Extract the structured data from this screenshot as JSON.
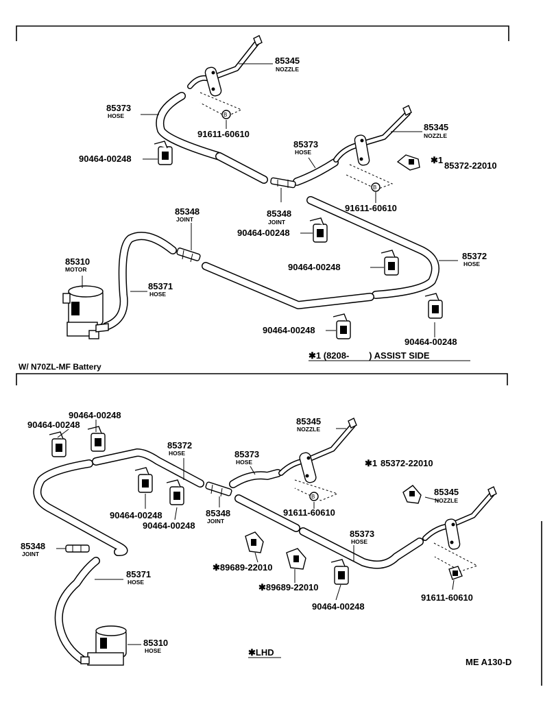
{
  "top_section": {
    "nozzle_left": {
      "number": "85345",
      "desc": "NOZZLE"
    },
    "nozzle_right": {
      "number": "85345",
      "desc": "NOZZLE"
    },
    "hose_left": {
      "number": "85373",
      "desc": "HOSE"
    },
    "hose_mid": {
      "number": "85373",
      "desc": "HOSE"
    },
    "bolt_1": {
      "number": "91611-60610"
    },
    "bolt_2": {
      "number": "91611-60610"
    },
    "bolt_symbol": "B",
    "clamp_1": {
      "number": "90464-00248"
    },
    "clamp_2": {
      "number": "90464-00248"
    },
    "clamp_3": {
      "number": "90464-00248"
    },
    "clamp_4": {
      "number": "90464-00248"
    },
    "clamp_5": {
      "number": "90464-00248"
    },
    "joint_upper": {
      "number": "85348",
      "desc": "JOINT"
    },
    "joint_lower": {
      "number": "85348",
      "desc": "JOINT"
    },
    "star_part": {
      "mark": "✱1",
      "number": "85372-22010"
    },
    "hose_long": {
      "number": "85372",
      "desc": "HOSE"
    },
    "motor": {
      "number": "85310",
      "desc": "MOTOR"
    },
    "hose_motor": {
      "number": "85371",
      "desc": "HOSE"
    },
    "note": "✱1 (8208-        ) ASSIST SIDE"
  },
  "section_caption": "W/ N70ZL-MF Battery",
  "bottom_section": {
    "clamp_a": {
      "number": "90464-00248"
    },
    "clamp_b": {
      "number": "90464-00248"
    },
    "clamp_c": {
      "number": "90464-00248"
    },
    "clamp_d": {
      "number": "90464-00248"
    },
    "clamp_e": {
      "number": "90464-00248"
    },
    "hose_long": {
      "number": "85372",
      "desc": "HOSE"
    },
    "hose_upper": {
      "number": "85373",
      "desc": "HOSE"
    },
    "hose_lower": {
      "number": "85373",
      "desc": "HOSE"
    },
    "nozzle_1": {
      "number": "85345",
      "desc": "NOZZLE"
    },
    "nozzle_2": {
      "number": "85345",
      "desc": "NOZZLE"
    },
    "star_part": {
      "mark": "✱1",
      "number": "85372-22010"
    },
    "bolt_1": {
      "number": "91611-60610"
    },
    "bolt_2": {
      "number": "91611-60610"
    },
    "bolt_symbol": "B",
    "joint_center": {
      "number": "85348",
      "desc": "JOINT"
    },
    "joint_left": {
      "number": "85348",
      "desc": "JOINT"
    },
    "clip_1": {
      "number": "✱89689-22010"
    },
    "clip_2": {
      "number": "✱89689-22010"
    },
    "hose_motor": {
      "number": "85371",
      "desc": "HOSE"
    },
    "motor": {
      "number": "85310",
      "desc": "HOSE"
    },
    "lhd_note": "✱LHD",
    "diagram_code": "ME A130-D"
  }
}
